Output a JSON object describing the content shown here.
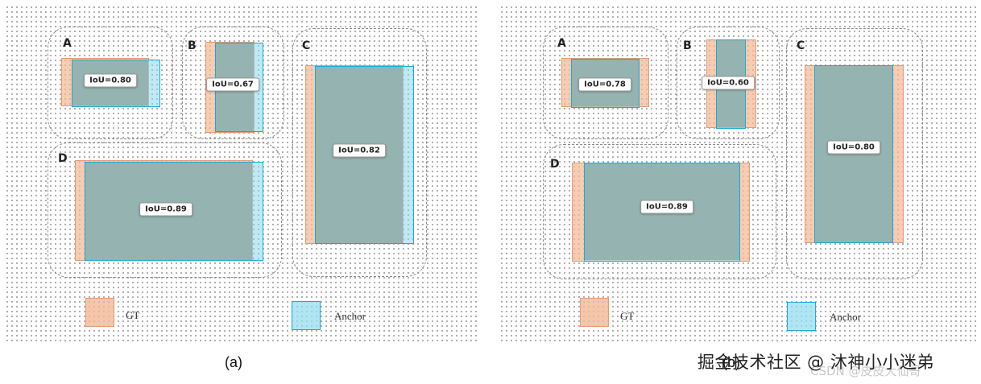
{
  "panels": [
    {
      "caption": "(a)",
      "groups": [
        {
          "label": "A",
          "iou": "IoU=0.80"
        },
        {
          "label": "B",
          "iou": "IoU=0.67"
        },
        {
          "label": "C",
          "iou": "IoU=0.82"
        },
        {
          "label": "D",
          "iou": "IoU=0.89"
        }
      ],
      "legend": {
        "gt": "GT",
        "anchor": "Anchor"
      }
    },
    {
      "caption": "(b)",
      "groups": [
        {
          "label": "A",
          "iou": "IoU=0.78"
        },
        {
          "label": "B",
          "iou": "IoU=0.60"
        },
        {
          "label": "C",
          "iou": "IoU=0.80"
        },
        {
          "label": "D",
          "iou": "IoU=0.89"
        }
      ],
      "legend": {
        "gt": "GT",
        "anchor": "Anchor"
      }
    }
  ],
  "colors": {
    "gt": "#f2b894",
    "anchor": "#8cd7ee",
    "anchor_border": "#1fa8d6",
    "overlap": "#8cacA8"
  },
  "watermark": {
    "main": "掘金技术社区 @ 沐神小小迷弟",
    "sub": "CSDN @皮皮大仙哥"
  }
}
